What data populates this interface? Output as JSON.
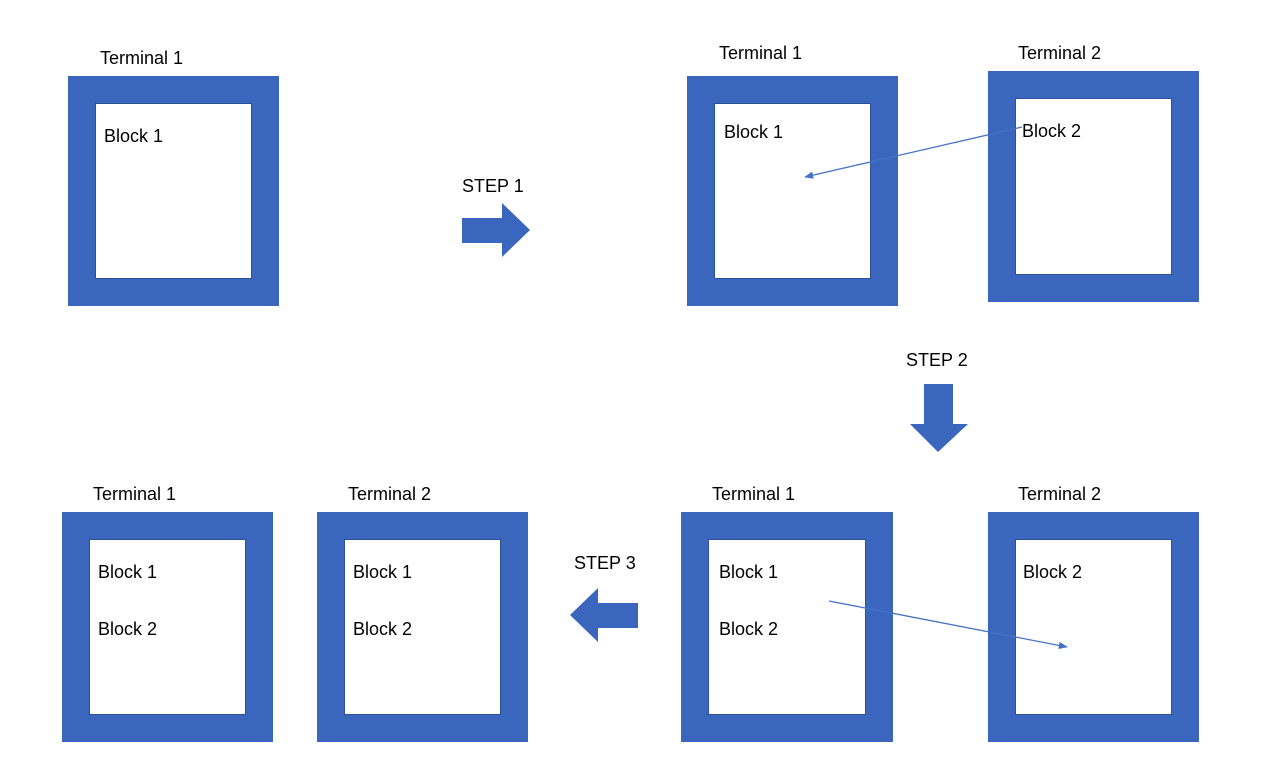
{
  "colors": {
    "terminal_fill": "#3A66BE",
    "arrow_fill": "#3A66BE",
    "connector_line": "#4472C4"
  },
  "labels": {
    "terminal_1": "Terminal 1",
    "terminal_2": "Terminal 2",
    "block_1": "Block 1",
    "block_2": "Block 2"
  },
  "steps": {
    "step1": "STEP 1",
    "step2": "STEP 2",
    "step3": "STEP 3"
  }
}
